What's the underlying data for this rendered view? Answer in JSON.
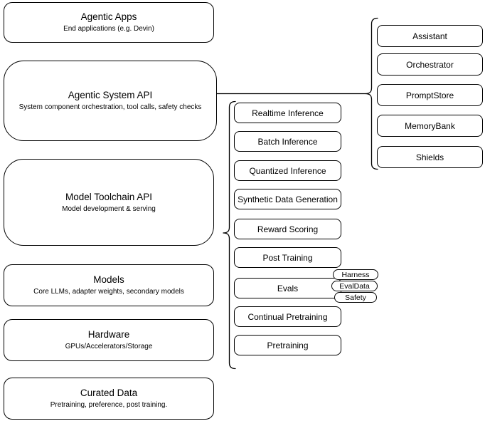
{
  "left_stack": [
    {
      "title": "Agentic Apps",
      "subtitle": "End applications (e.g. Devin)"
    },
    {
      "title": "Agentic System API",
      "subtitle": "System component orchestration, tool calls, safety checks"
    },
    {
      "title": "Model Toolchain API",
      "subtitle": "Model development & serving"
    },
    {
      "title": "Models",
      "subtitle": "Core LLMs, adapter weights, secondary models"
    },
    {
      "title": "Hardware",
      "subtitle": "GPUs/Accelerators/Storage"
    },
    {
      "title": "Curated Data",
      "subtitle": "Pretraining, preference, post training."
    }
  ],
  "toolchain_items": [
    "Realtime Inference",
    "Batch Inference",
    "Quantized Inference",
    "Synthetic Data Generation",
    "Reward Scoring",
    "Post Training",
    "Evals",
    "Continual Pretraining",
    "Pretraining"
  ],
  "eval_tags": [
    "Harness",
    "EvalData",
    "Safety"
  ],
  "system_components": [
    "Assistant",
    "Orchestrator",
    "PromptStore",
    "MemoryBank",
    "Shields"
  ],
  "colors": {
    "stroke": "#000000",
    "fill": "#ffffff",
    "background": "#ffffff"
  }
}
